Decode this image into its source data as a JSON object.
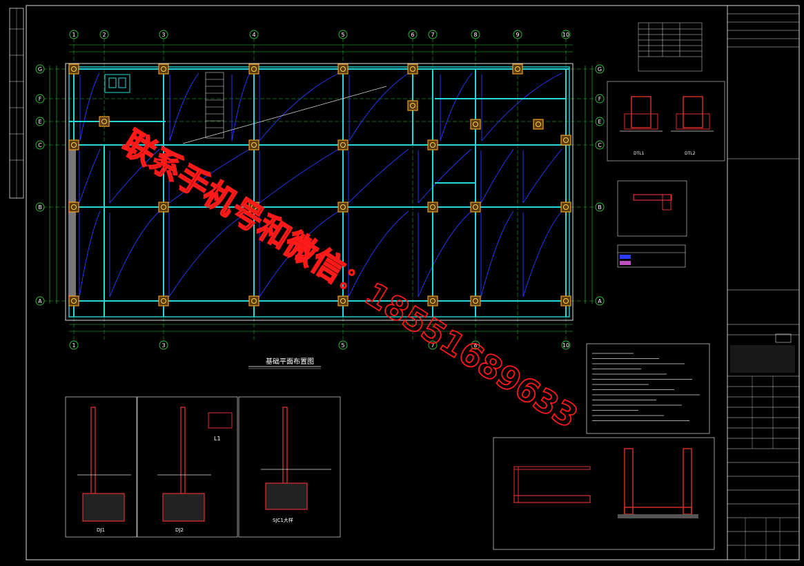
{
  "drawing": {
    "plan_title": "基础平面布置图",
    "grid_cols_top": [
      "1",
      "2",
      "3",
      "4",
      "5",
      "6",
      "7",
      "8",
      "9",
      "10"
    ],
    "grid_cols_bottom": [
      "1",
      "3",
      "5",
      "7",
      "8",
      "10"
    ],
    "grid_rows": [
      "G",
      "F",
      "E",
      "C",
      "B",
      "A"
    ],
    "detail_labels": {
      "tl1": "DTL1",
      "tl2": "DTL2",
      "d1": "DJ1",
      "d2": "DJ2",
      "l1": "L1",
      "s1": "SJC1大样"
    },
    "wm_text": "联系手机号和微信：18551689633",
    "colors": {
      "bg": "#000000",
      "frame": "#e0e0e0",
      "axis": "#29c93a",
      "beam": "#27d8d8",
      "slab": "#2a3cff",
      "column": "#f0a020",
      "text": "#ffffff",
      "dim": "#3aa0ff",
      "wm": "#ff1a1a"
    }
  }
}
